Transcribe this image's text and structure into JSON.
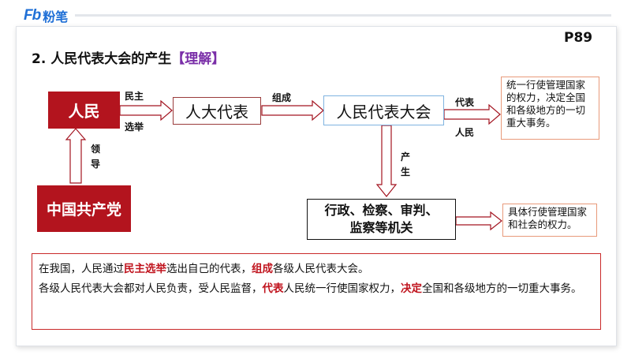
{
  "header": {
    "logo_mark": "Fb",
    "logo_text": "粉笔"
  },
  "page_number": "P89",
  "title": {
    "main": "2. 人民代表大会的产生",
    "tag": "【理解】"
  },
  "nodes": {
    "people": "人民",
    "party": "中国共产党",
    "npc_deputies": "人大代表",
    "npc": "人民代表大会",
    "organs_line1": "行政、检察、审判、",
    "organs_line2": "监察等机关"
  },
  "edge_labels": {
    "minzhu": "民主",
    "xuanju": "选举",
    "lingdao_1": "领",
    "lingdao_2": "导",
    "zucheng": "组成",
    "daibiao": "代表",
    "renmin": "人民",
    "chansheng_1": "产",
    "chansheng_2": "生"
  },
  "notes": {
    "npc_power": "统一行使管理国家的权力，决定全国和各级地方的一切重大事务。",
    "organs_power": "具体行使管理国家和社会的权力。"
  },
  "summary": {
    "l1_a": "在我国，人民通过",
    "l1_hl1": "民主选举",
    "l1_b": "选出自己的代表，",
    "l1_hl2": "组成",
    "l1_c": "各级人民代表大会。",
    "l2_a": "各级人民代表大会都对人民负责，受人民监督，",
    "l2_hl1": "代表",
    "l2_b": "人民统一行使国家权力，",
    "l2_hl2": "决定",
    "l2_c": "全国和各级地方的一切重大事务。"
  },
  "colors": {
    "brand": "#1f6fd6",
    "accent_red": "#b3141e",
    "tag_purple": "#7a2fa8",
    "npc_border": "#7fb3e0",
    "note_border": "#e89a7a"
  }
}
